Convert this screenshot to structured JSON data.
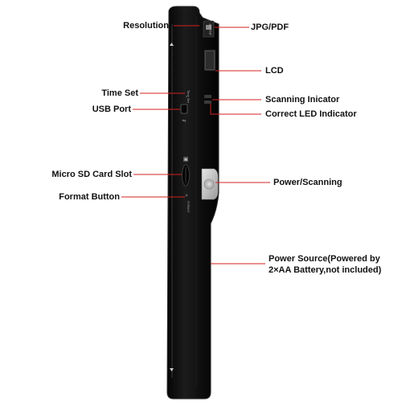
{
  "diagram": {
    "callouts": {
      "resolution": "Resolution",
      "jpg_pdf": "JPG/PDF",
      "lcd": "LCD",
      "time_set": "Time Set",
      "scanning_indicator": "Scanning Inicator",
      "usb_port": "USB Port",
      "correct_led": "Correct LED Indicator",
      "micro_sd": "Micro SD Card Slot",
      "power_scanning": "Power/Scanning",
      "format_button": "Format Button",
      "power_source_line1": "Power Source(Powered by",
      "power_source_line2": "2×AA Battery,not included)"
    },
    "device_text": {
      "switch_text": "JPG PDF",
      "time_set_text": "Time Set",
      "format_text": "FORMAT"
    },
    "colors": {
      "leader": "#d42020",
      "body": "#0f0f0f",
      "body_edge": "#2a2a2a",
      "highlight": "#3a3a3a"
    }
  }
}
